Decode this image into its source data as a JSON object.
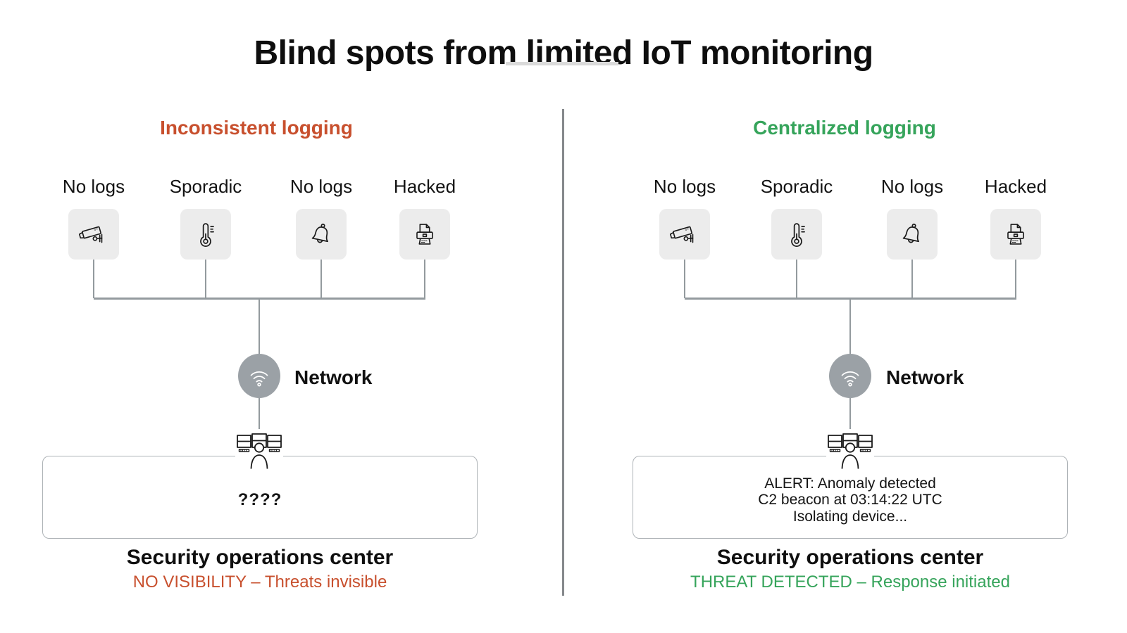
{
  "title": "Blind spots from limited IoT monitoring",
  "panels": [
    {
      "heading": "Inconsistent logging",
      "devices": [
        {
          "label": "No logs",
          "icon": "security-camera-icon"
        },
        {
          "label": "Sporadic",
          "icon": "thermometer-icon"
        },
        {
          "label": "No logs",
          "icon": "bell-icon"
        },
        {
          "label": "Hacked",
          "icon": "printer-icon"
        }
      ],
      "network_label": "Network",
      "console_lines": [
        "????"
      ],
      "soc_label": "Security operations center",
      "status": "NO VISIBILITY – Threats invisible"
    },
    {
      "heading": "Centralized logging",
      "devices": [
        {
          "label": "No logs",
          "icon": "security-camera-icon"
        },
        {
          "label": "Sporadic",
          "icon": "thermometer-icon"
        },
        {
          "label": "No logs",
          "icon": "bell-icon"
        },
        {
          "label": "Hacked",
          "icon": "printer-icon"
        }
      ],
      "network_label": "Network",
      "console_lines": [
        "ALERT: Anomaly detected",
        "C2 beacon at 03:14:22 UTC",
        "Isolating device..."
      ],
      "soc_label": "Security operations center",
      "status": "THREAT DETECTED – Response initiated"
    }
  ],
  "colors": {
    "accent_orange": "#c8502e",
    "accent_green": "#36a45b",
    "connector_gray": "#939a9e",
    "node_gray": "#9ba1a6",
    "tile_gray": "#ececec",
    "divider_gray": "#85888b",
    "text_black": "#151515"
  }
}
